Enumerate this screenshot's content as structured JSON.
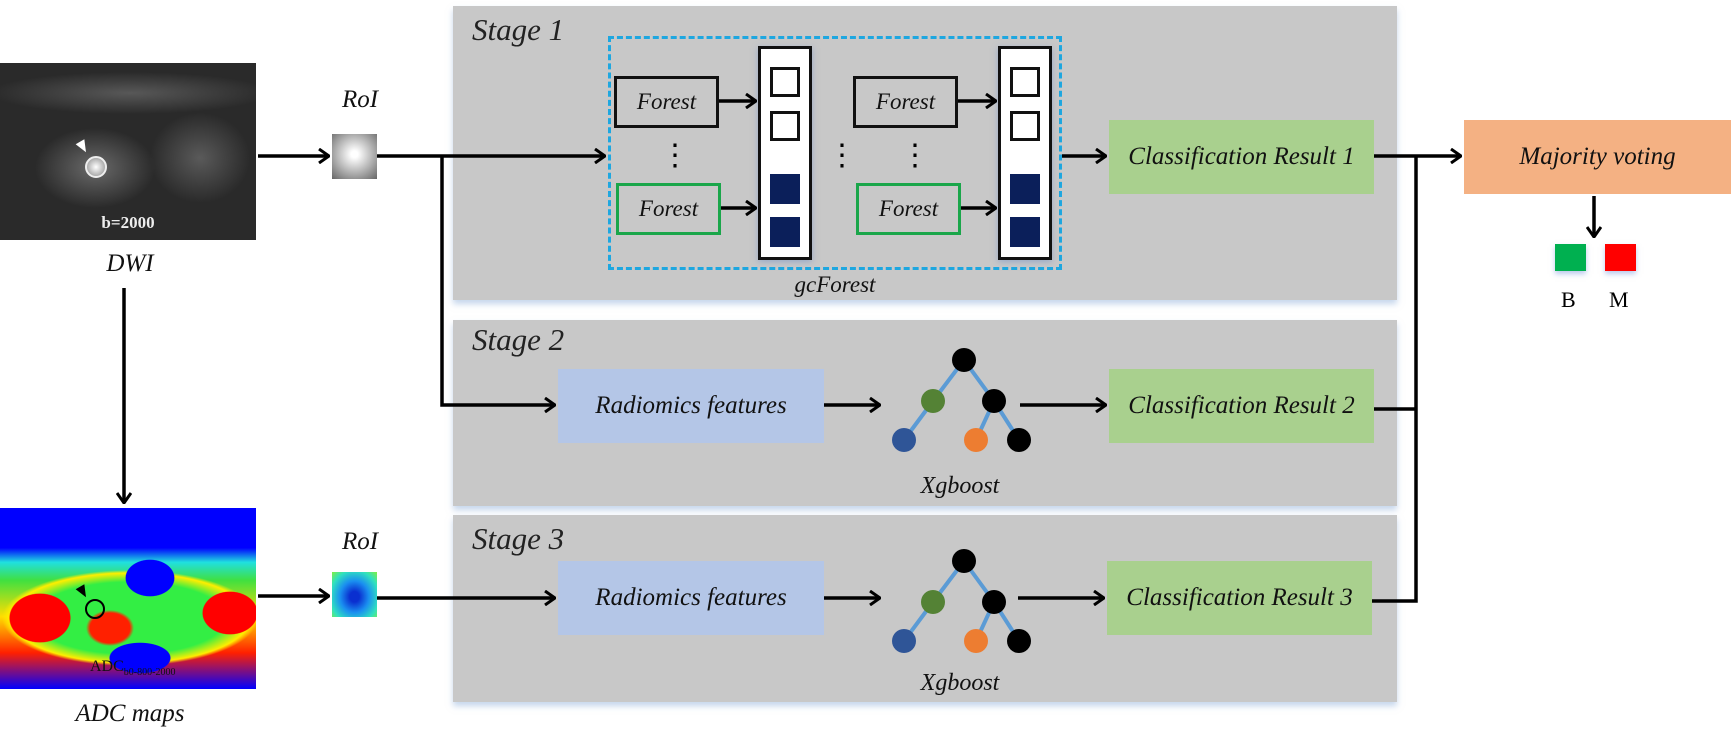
{
  "inputs": {
    "dwi": {
      "caption": "DWI",
      "image_text": "b=2000"
    },
    "adc": {
      "caption": "ADC maps",
      "image_text": "ADC",
      "image_subscript": "b0-800-2000"
    },
    "roi_label_top": "RoI",
    "roi_label_bottom": "RoI"
  },
  "stage1": {
    "title": "Stage 1",
    "forest_labels": [
      "Forest",
      "Forest",
      "Forest",
      "Forest"
    ],
    "ellipsis": "⋮",
    "group_label": "gcForest",
    "result": "Classification Result 1"
  },
  "stage2": {
    "title": "Stage 2",
    "features": "Radiomics features",
    "model": "Xgboost",
    "result": "Classification Result 2"
  },
  "stage3": {
    "title": "Stage 3",
    "features": "Radiomics features",
    "model": "Xgboost",
    "result": "Classification Result 3"
  },
  "output": {
    "voting": "Majority voting",
    "classes": [
      {
        "label": "B",
        "color": "#00b050"
      },
      {
        "label": "M",
        "color": "#ff0000"
      }
    ]
  },
  "colors": {
    "panel": "#c8c8c8",
    "result_box": "#a9d08e",
    "features_box": "#b4c6e7",
    "voting_box": "#f4b183",
    "gcforest_border": "#1ea7e0",
    "tree_edge": "#5b9bd5",
    "node_black": "#000000",
    "node_green": "#548235",
    "node_blue": "#2f5597",
    "node_orange": "#ed7d31"
  }
}
